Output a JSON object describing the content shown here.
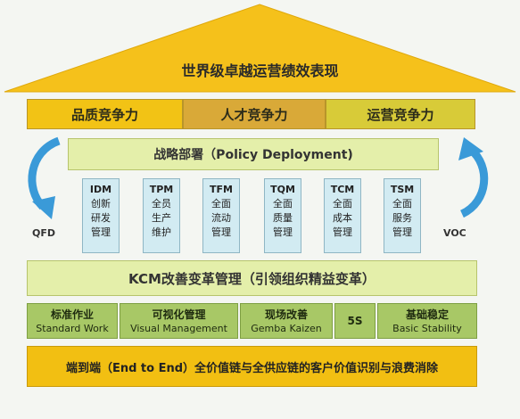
{
  "roof": {
    "title": "世界级卓越运营绩效表现",
    "color": "#f5c11b"
  },
  "competitiveness": [
    {
      "label": "品质竞争力",
      "color": "#f2c315"
    },
    {
      "label": "人才竞争力",
      "color": "#d9a938"
    },
    {
      "label": "运营竞争力",
      "color": "#d8cb38"
    }
  ],
  "policy_deployment": "战略部署（Policy Deployment)",
  "pillars": [
    {
      "code": "IDM",
      "line1": "创新",
      "line2": "研发",
      "line3": "管理"
    },
    {
      "code": "TPM",
      "line1": "全员",
      "line2": "生产",
      "line3": "维护"
    },
    {
      "code": "TFM",
      "line1": "全面",
      "line2": "流动",
      "line3": "管理"
    },
    {
      "code": "TQM",
      "line1": "全面",
      "line2": "质量",
      "line3": "管理"
    },
    {
      "code": "TCM",
      "line1": "全面",
      "line2": "成本",
      "line3": "管理"
    },
    {
      "code": "TSM",
      "line1": "全面",
      "line2": "服务",
      "line3": "管理"
    }
  ],
  "side": {
    "left": "QFD",
    "right": "VOC",
    "arrow_color": "#3a9ad8"
  },
  "kcm": "KCM改善变革管理（引领组织精益变革）",
  "methods": [
    {
      "cn": "标准作业",
      "en": "Standard Work"
    },
    {
      "cn": "可视化管理",
      "en": "Visual Management"
    },
    {
      "cn": "现场改善",
      "en": "Gemba Kaizen"
    },
    {
      "cn": "5S",
      "en": ""
    },
    {
      "cn": "基础稳定",
      "en": "Basic Stability"
    }
  ],
  "end_to_end": "端到端（End to End）全价值链与全供应链的客户价值识别与浪费消除"
}
